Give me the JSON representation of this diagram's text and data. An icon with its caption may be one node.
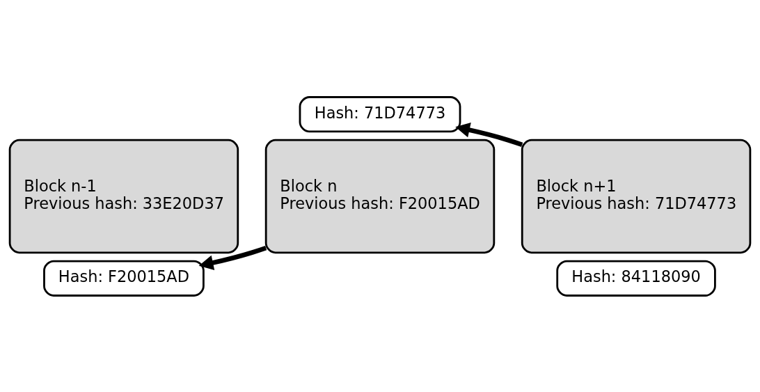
{
  "diagram": {
    "nodes": [
      {
        "text": [
          "Block n-1",
          "Previous hash: 33E20D37"
        ]
      },
      {
        "text": [
          "Hash: F20015AD"
        ]
      },
      {
        "text": [
          "Block n",
          "Previous hash: F20015AD"
        ]
      },
      {
        "text": [
          "Hash: 71D74773"
        ]
      },
      {
        "text": [
          "Block n+1",
          "Previous hash: 71D74773"
        ]
      },
      {
        "text": [
          "Hash: 84118090"
        ]
      }
    ],
    "edges": [
      {
        "from": 4,
        "to": 3,
        "arrow": "to"
      },
      {
        "from": 2,
        "to": 1,
        "arrow": "to"
      }
    ]
  }
}
